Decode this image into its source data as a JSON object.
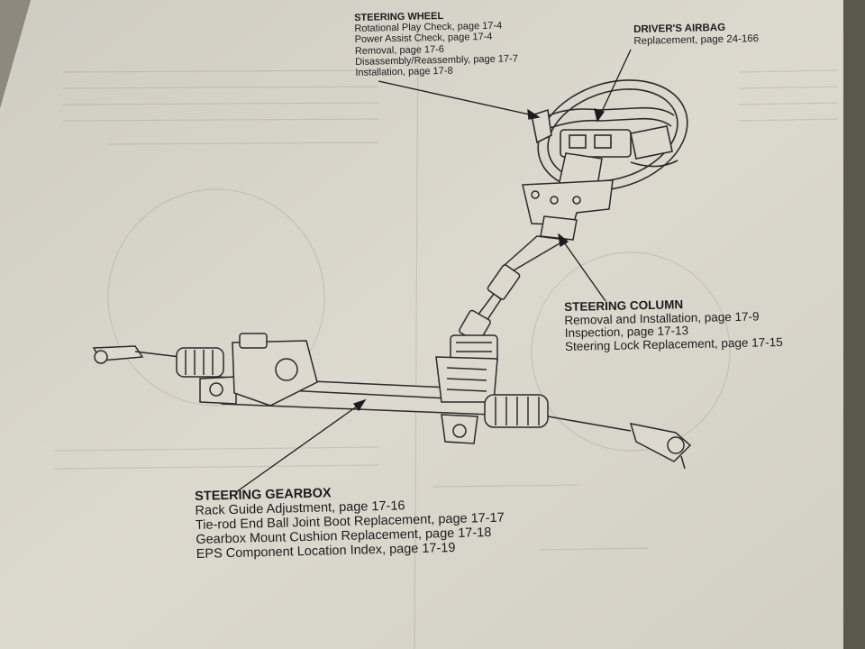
{
  "callouts": {
    "steering_wheel": {
      "title": "STEERING WHEEL",
      "lines": [
        "Rotational Play Check, page 17-4",
        "Power Assist Check, page 17-4",
        "Removal, page 17-6",
        "Disassembly/Reassembly, page 17-7",
        "Installation, page 17-8"
      ]
    },
    "drivers_airbag": {
      "title": "DRIVER'S AIRBAG",
      "lines": [
        "Replacement, page 24-166"
      ]
    },
    "steering_column": {
      "title": "STEERING COLUMN",
      "lines": [
        "Removal and Installation, page 17-9",
        "Inspection, page 17-13",
        "Steering Lock Replacement, page 17-15"
      ]
    },
    "steering_gearbox": {
      "title": "STEERING GEARBOX",
      "lines": [
        "Rack Guide Adjustment, page 17-16",
        "Tie-rod End Ball Joint Boot Replacement, page 17-17",
        "Gearbox Mount Cushion Replacement, page 17-18",
        "EPS Component Location Index, page 17-19"
      ]
    }
  },
  "colors": {
    "paper": "#d8d5ca",
    "ink": "#1c1c20",
    "shadow": "#6e6a5c"
  }
}
